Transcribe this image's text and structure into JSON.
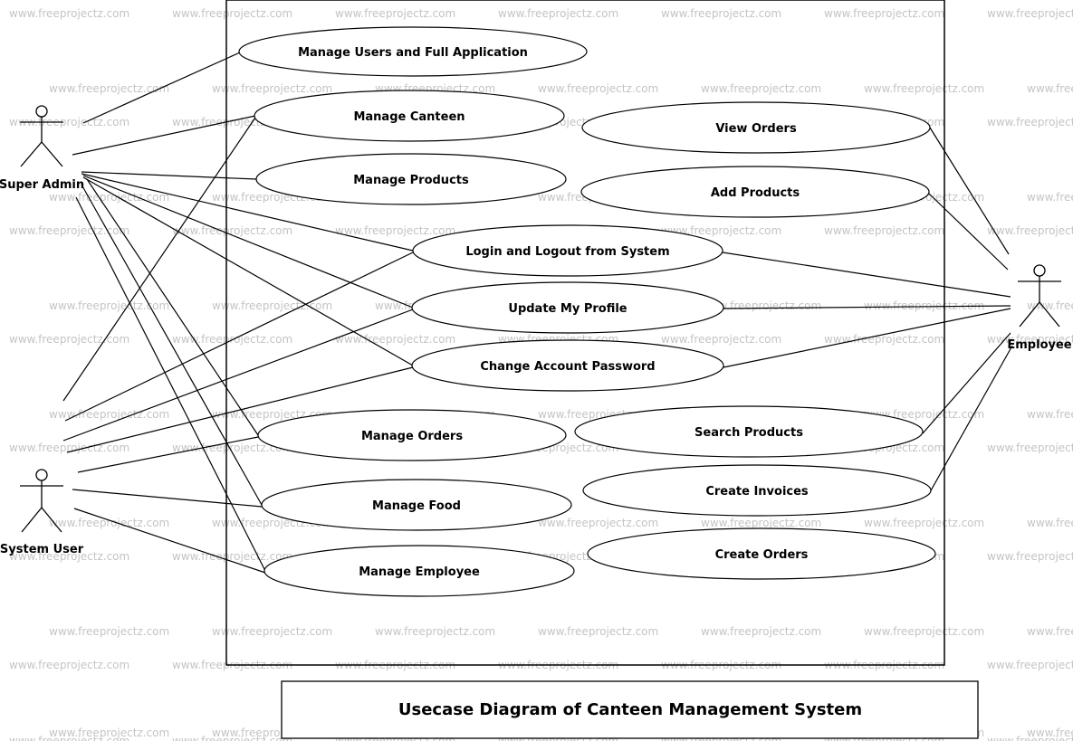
{
  "watermark": "www.freeprojectz.com",
  "caption": "Usecase Diagram of Canteen Management System",
  "actors": {
    "super_admin": "Super Admin",
    "system_user": "System User",
    "employee": "Employee"
  },
  "use_cases": {
    "manage_users": "Manage Users and Full Application",
    "manage_canteen": "Manage Canteen",
    "manage_products": "Manage Products",
    "login_logout": "Login and Logout from System",
    "update_profile": "Update My Profile",
    "change_password": "Change Account Password",
    "manage_orders": "Manage Orders",
    "manage_food": "Manage Food",
    "manage_employee": "Manage Employee",
    "view_orders": "View Orders",
    "add_products": "Add Products",
    "search_products": "Search Products",
    "create_invoices": "Create Invoices",
    "create_orders": "Create Orders"
  }
}
